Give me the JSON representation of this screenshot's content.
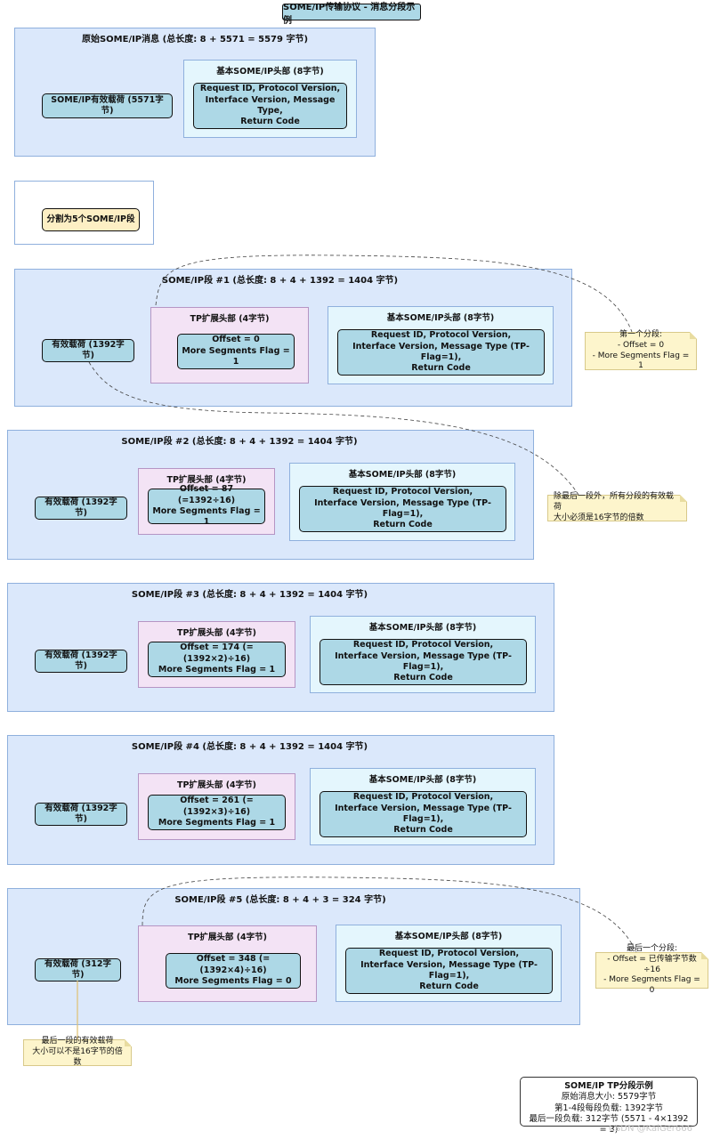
{
  "title": "SOME/IP传输协议 - 消息分段示例",
  "original": {
    "title": "原始SOME/IP消息 (总长度: 8 + 5571 = 5579 字节)",
    "payload": "SOME/IP有效载荷 (5571字节)",
    "header_title": "基本SOME/IP头部 (8字节)",
    "header_fields": "Request ID, Protocol Version,\nInterface Version, Message Type,\nReturn Code"
  },
  "split": {
    "label": "分割为5个SOME/IP段"
  },
  "segments": [
    {
      "title": "SOME/IP段 #1 (总长度: 8 + 4 + 1392 = 1404 字节)",
      "payload": "有效载荷 (1392字节)",
      "tp_title": "TP扩展头部 (4字节)",
      "tp_fields": "Offset = 0\nMore Segments Flag = 1",
      "header_title": "基本SOME/IP头部 (8字节)",
      "header_fields": "Request ID, Protocol Version,\nInterface Version, Message Type (TP-Flag=1),\nReturn Code"
    },
    {
      "title": "SOME/IP段 #2 (总长度: 8 + 4 + 1392 = 1404 字节)",
      "payload": "有效载荷 (1392字节)",
      "tp_title": "TP扩展头部 (4字节)",
      "tp_fields": "Offset = 87 (=1392÷16)\nMore Segments Flag = 1",
      "header_title": "基本SOME/IP头部 (8字节)",
      "header_fields": "Request ID, Protocol Version,\nInterface Version, Message Type (TP-Flag=1),\nReturn Code"
    },
    {
      "title": "SOME/IP段 #3 (总长度: 8 + 4 + 1392 = 1404 字节)",
      "payload": "有效载荷 (1392字节)",
      "tp_title": "TP扩展头部 (4字节)",
      "tp_fields": "Offset = 174 (=(1392×2)÷16)\nMore Segments Flag = 1",
      "header_title": "基本SOME/IP头部 (8字节)",
      "header_fields": "Request ID, Protocol Version,\nInterface Version, Message Type (TP-Flag=1),\nReturn Code"
    },
    {
      "title": "SOME/IP段 #4 (总长度: 8 + 4 + 1392 = 1404 字节)",
      "payload": "有效载荷 (1392字节)",
      "tp_title": "TP扩展头部 (4字节)",
      "tp_fields": "Offset = 261 (=(1392×3)÷16)\nMore Segments Flag = 1",
      "header_title": "基本SOME/IP头部 (8字节)",
      "header_fields": "Request ID, Protocol Version,\nInterface Version, Message Type (TP-Flag=1),\nReturn Code"
    },
    {
      "title": "SOME/IP段 #5 (总长度: 8 + 4 + 3 = 324 字节)",
      "payload": "有效载荷 (312字节)",
      "tp_title": "TP扩展头部 (4字节)",
      "tp_fields": "Offset = 348 (=(1392×4)÷16)\nMore Segments Flag = 0",
      "header_title": "基本SOME/IP头部 (8字节)",
      "header_fields": "Request ID, Protocol Version,\nInterface Version, Message Type (TP-Flag=1),\nReturn Code"
    }
  ],
  "notes": {
    "first_segment": "第一个分段:\n- Offset = 0\n- More Segments Flag = 1",
    "payload_rule": "除最后一段外，所有分段的有效载荷\n大小必须是16字节的倍数",
    "last_segment": "最后一个分段:\n- Offset = 已传输字节数÷16\n- More Segments Flag = 0",
    "last_payload": "最后一段的有效载荷\n大小可以不是16字节的倍数"
  },
  "legend": {
    "title": "SOME/IP TP分段示例",
    "line1": "原始消息大小: 5579字节",
    "line2": "第1-4段每段负载: 1392字节",
    "line3": "最后一段负载: 312字节 (5571 - 4×1392 = 3)"
  },
  "watermark": "CSDN @KaiGer666",
  "colors": {
    "package_fill": "#dbe8fb",
    "header_fill": "#e4f6fd",
    "tp_fill": "#f3e3f5",
    "node_fill": "#add8e6",
    "note_fill": "#fdf5cc"
  }
}
